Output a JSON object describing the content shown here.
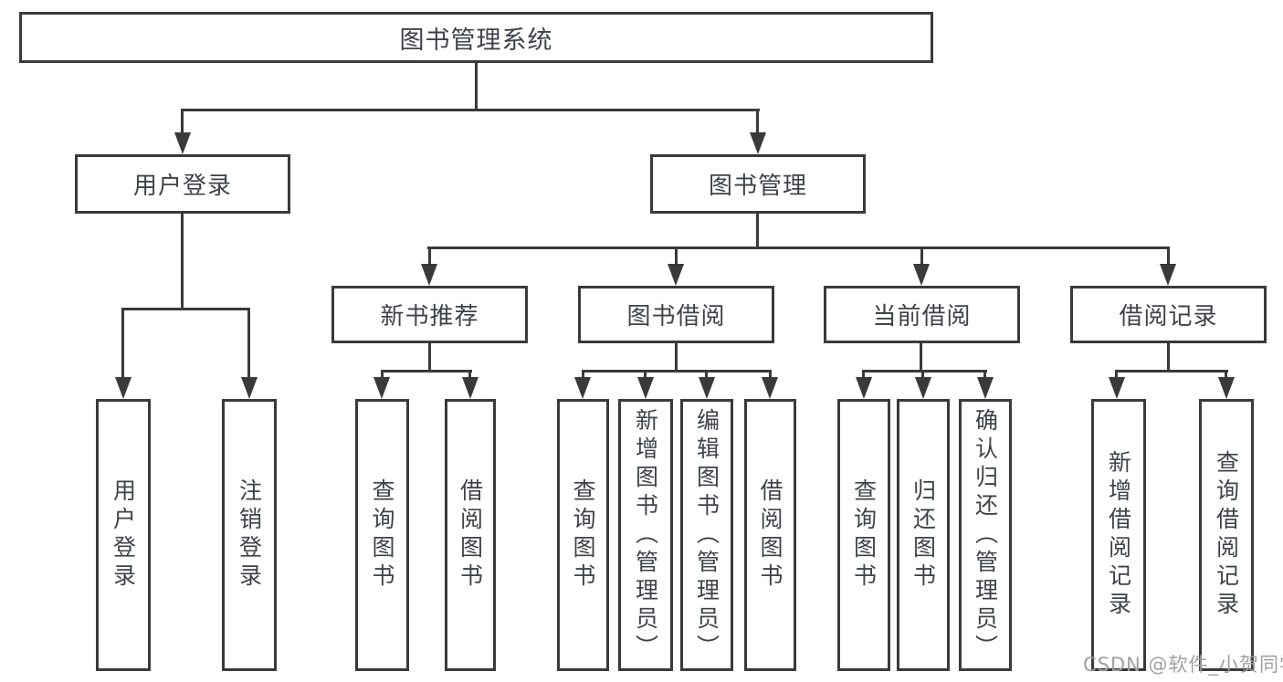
{
  "diagram": {
    "type": "tree",
    "title": "图书管理系统",
    "watermark": "CSDN @软件_小贺同学",
    "colors": {
      "line": "#3a3a3a",
      "text": "#3e434a",
      "watermark": "#a0a0a3",
      "background": "#ffffff"
    },
    "tree": {
      "label": "图书管理系统",
      "children": [
        {
          "label": "用户登录",
          "children": [
            {
              "label": "用户登录"
            },
            {
              "label": "注销登录"
            }
          ]
        },
        {
          "label": "图书管理",
          "children": [
            {
              "label": "新书推荐",
              "children": [
                {
                  "label": "查询图书"
                },
                {
                  "label": "借阅图书"
                }
              ]
            },
            {
              "label": "图书借阅",
              "children": [
                {
                  "label": "查询图书"
                },
                {
                  "label": "新增图书（管理员）"
                },
                {
                  "label": "编辑图书（管理员）"
                },
                {
                  "label": "借阅图书"
                }
              ]
            },
            {
              "label": "当前借阅",
              "children": [
                {
                  "label": "查询图书"
                },
                {
                  "label": "归还图书"
                },
                {
                  "label": "确认归还（管理员）"
                }
              ]
            },
            {
              "label": "借阅记录",
              "children": [
                {
                  "label": "新增借阅记录"
                },
                {
                  "label": "查询借阅记录"
                }
              ]
            }
          ]
        }
      ]
    }
  }
}
